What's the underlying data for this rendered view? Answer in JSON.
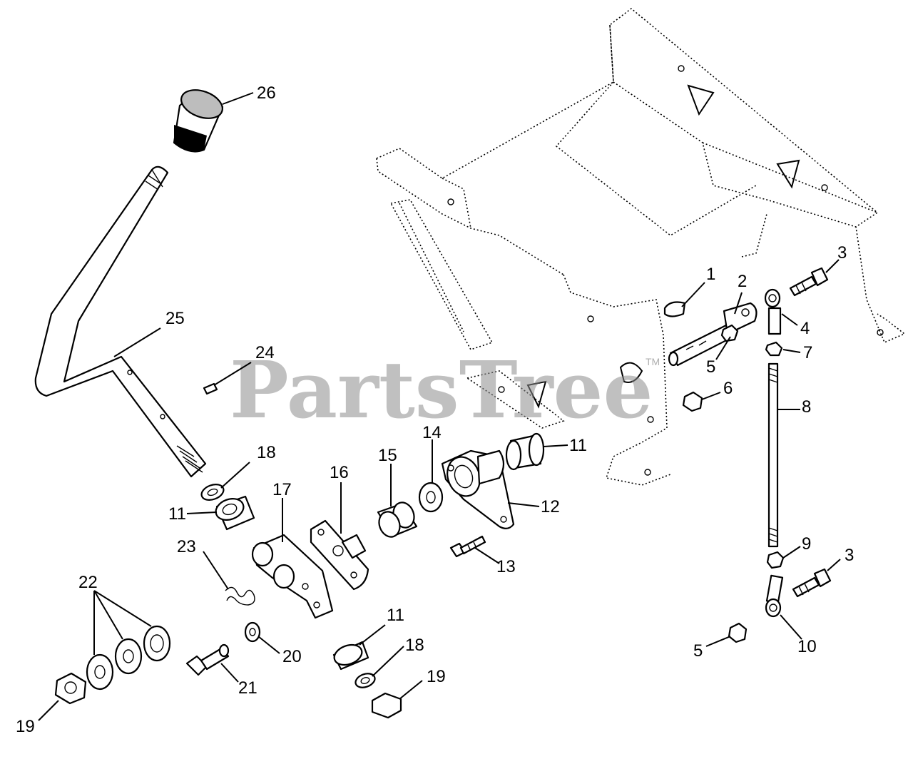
{
  "watermark": {
    "text": "PartsTree",
    "mark": "TM"
  },
  "callouts": [
    {
      "id": "c1",
      "label": "1"
    },
    {
      "id": "c2",
      "label": "2"
    },
    {
      "id": "c3a",
      "label": "3"
    },
    {
      "id": "c3b",
      "label": "3"
    },
    {
      "id": "c4",
      "label": "4"
    },
    {
      "id": "c5a",
      "label": "5"
    },
    {
      "id": "c5b",
      "label": "5"
    },
    {
      "id": "c6",
      "label": "6"
    },
    {
      "id": "c7",
      "label": "7"
    },
    {
      "id": "c8",
      "label": "8"
    },
    {
      "id": "c9",
      "label": "9"
    },
    {
      "id": "c10",
      "label": "10"
    },
    {
      "id": "c11a",
      "label": "11"
    },
    {
      "id": "c11b",
      "label": "11"
    },
    {
      "id": "c11c",
      "label": "11"
    },
    {
      "id": "c12",
      "label": "12"
    },
    {
      "id": "c13",
      "label": "13"
    },
    {
      "id": "c14",
      "label": "14"
    },
    {
      "id": "c15",
      "label": "15"
    },
    {
      "id": "c16",
      "label": "16"
    },
    {
      "id": "c17",
      "label": "17"
    },
    {
      "id": "c18a",
      "label": "18"
    },
    {
      "id": "c18b",
      "label": "18"
    },
    {
      "id": "c19a",
      "label": "19"
    },
    {
      "id": "c19b",
      "label": "19"
    },
    {
      "id": "c20",
      "label": "20"
    },
    {
      "id": "c21",
      "label": "21"
    },
    {
      "id": "c22",
      "label": "22"
    },
    {
      "id": "c23",
      "label": "23"
    },
    {
      "id": "c24",
      "label": "24"
    },
    {
      "id": "c25",
      "label": "25"
    },
    {
      "id": "c26",
      "label": "26"
    }
  ]
}
